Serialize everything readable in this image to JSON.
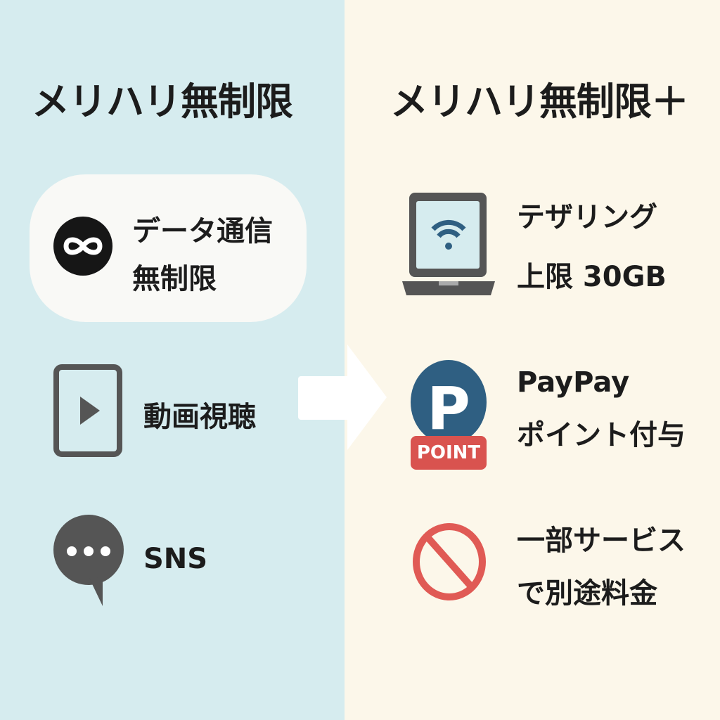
{
  "left": {
    "title": "メリハリ無制限",
    "items": [
      {
        "icon": "infinity-icon",
        "line1": "データ通信",
        "line2": "無制限"
      },
      {
        "icon": "video-play-icon",
        "label": "動画視聴"
      },
      {
        "icon": "chat-bubble-icon",
        "label": "SNS"
      }
    ]
  },
  "right": {
    "title": "メリハリ無制限＋",
    "items": [
      {
        "icon": "laptop-wifi-icon",
        "line1": "テザリング",
        "line2": "上限 30GB"
      },
      {
        "icon": "paypay-point-icon",
        "badge": "POINT",
        "line1": "PayPay",
        "line2": "ポイント付与"
      },
      {
        "icon": "prohibited-icon",
        "line1": "一部サービス",
        "line2": "で別途料金"
      }
    ]
  },
  "colors": {
    "left_bg": "#d6ecef",
    "right_bg": "#fcf7ea",
    "point_blue": "#2f5f82",
    "point_red": "#d9534f",
    "prohibit_red": "#e05a55",
    "icon_gray": "#555555"
  }
}
